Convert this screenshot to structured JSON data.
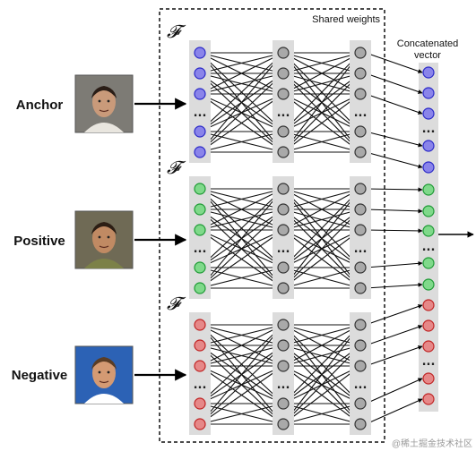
{
  "shared_label": "Shared weights",
  "concat_label_line1": "Concatenated",
  "concat_label_line2": "vector",
  "branch_symbol": "𝓕",
  "ellipsis": "...",
  "watermark": "@稀土掘金技术社区",
  "colors": {
    "panel": "#dcdcdc",
    "hidden_node": "#a9a9a9",
    "edge": "#111111",
    "arrow": "#000000",
    "dashed_border": "#111111"
  },
  "branches": [
    {
      "label": "Anchor",
      "key": "anchor",
      "fill": "#8a84ea",
      "stroke": "#2b2ac8",
      "photo": {
        "bg": "#7d7b75",
        "skin": "#c99a7a",
        "hair": "#2a1d16",
        "shirt": "#e9e6df"
      }
    },
    {
      "label": "Positive",
      "key": "positive",
      "fill": "#7fd98a",
      "stroke": "#1e9a35",
      "photo": {
        "bg": "#6f6a55",
        "skin": "#c08a63",
        "hair": "#2c1e14",
        "shirt": "#7c8148"
      }
    },
    {
      "label": "Negative",
      "key": "negative",
      "fill": "#e68888",
      "stroke": "#c02424",
      "photo": {
        "bg": "#2c62b5",
        "skin": "#d49a73",
        "hair": "#5a3d25",
        "shirt": "#ffffff"
      }
    }
  ]
}
